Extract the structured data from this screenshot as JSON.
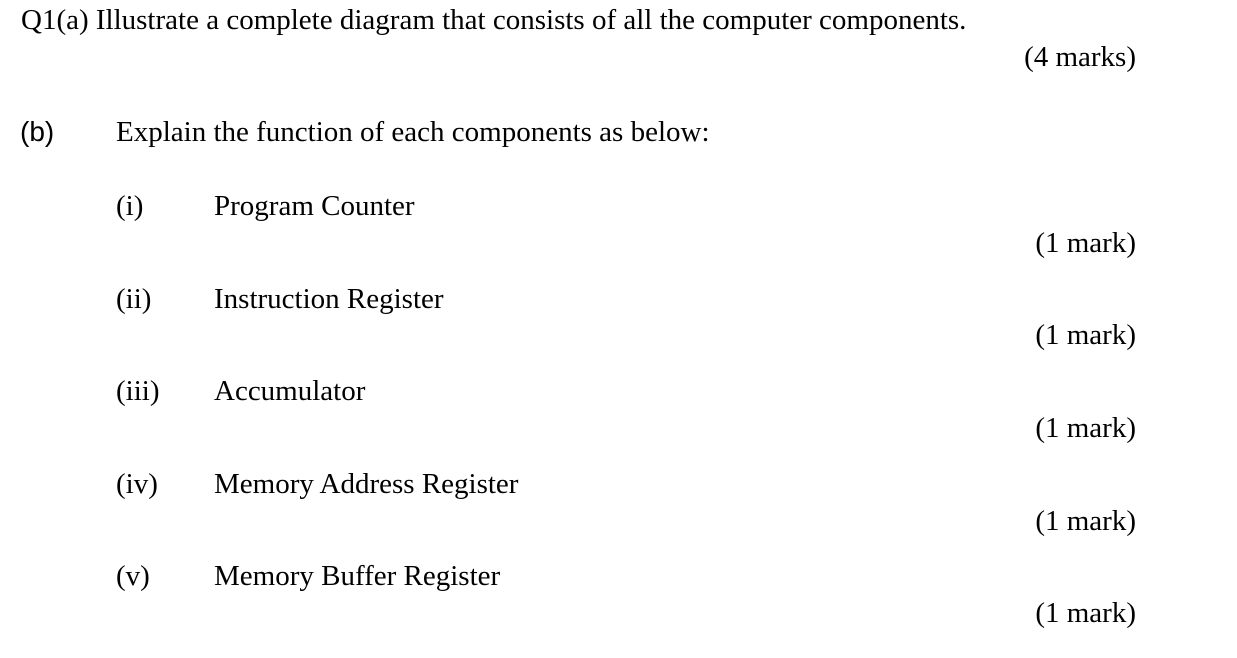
{
  "question_a": {
    "text": "Q1(a) Illustrate a complete diagram that consists of all the computer components.",
    "marks": "(4 marks)"
  },
  "question_b": {
    "label": "(b)",
    "text": "Explain the function of each components as below:",
    "items": [
      {
        "numeral": "(i)",
        "text": "Program Counter",
        "marks": "(1 mark)"
      },
      {
        "numeral": "(ii)",
        "text": "Instruction Register",
        "marks": "(1 mark)"
      },
      {
        "numeral": "(iii)",
        "text": "Accumulator",
        "marks": "(1 mark)"
      },
      {
        "numeral": "(iv)",
        "text": "Memory Address Register",
        "marks": "(1 mark)"
      },
      {
        "numeral": "(v)",
        "text": "Memory Buffer Register",
        "marks": "(1 mark)"
      }
    ]
  }
}
